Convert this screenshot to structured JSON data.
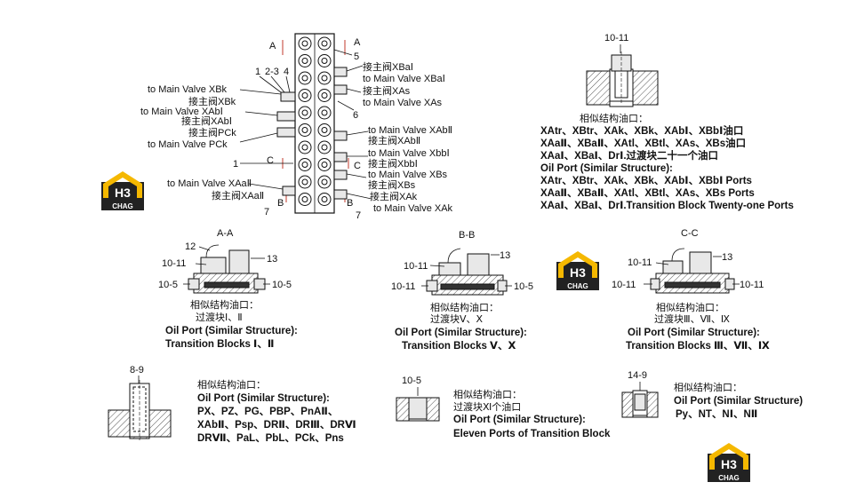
{
  "manifold": {
    "left_labels": [
      "to Main Valve XBk",
      "接主阀XBk",
      "to Main Valve XAbⅠ",
      "接主阀XAbⅠ",
      "接主阀PCk",
      "to Main Valve PCk"
    ],
    "left_labels_bottom": [
      "to Main Valve XAaⅡ",
      "接主阀XAaⅡ"
    ],
    "right_labels": [
      "接主阀XBaⅠ",
      "to Main Valve XBaⅠ",
      "接主阀XAs",
      "to Main Valve XAs",
      "to Main Valve XAbⅡ",
      "接主阀XAbⅡ",
      "to Main Valve XbbⅠ",
      "接主阀XbbⅠ",
      "to Main Valve XBs",
      "接主阀XBs",
      "接主阀XAk",
      "to Main Valve XAk"
    ],
    "numbers": {
      "n1_top": "1",
      "n2_3": "2-3",
      "n4": "4",
      "n5": "5",
      "n6": "6",
      "n1_mid": "1",
      "n7_left": "7",
      "n7_right": "7"
    },
    "section_marks": {
      "a_left": "A",
      "a_right": "A",
      "b_left": "B",
      "b_right": "B",
      "c_left": "C",
      "c_right": "C"
    }
  },
  "top_right": {
    "fig_label": "10-11",
    "lines": [
      "相似结构油口：",
      "XAtr、XBtr、XAk、XBk、XAbⅠ、XBbⅠ油口",
      "XAaⅡ、XBaⅡ、XAtl、XBtl、XAs、XBs油口",
      "XAaⅠ、XBaⅠ、DrⅠ.过渡块二十一个油口",
      "Oil Port (Similar Structure):",
      "XAtr、XBtr、XAk、XBk、XAbⅠ、XBbⅠ Ports",
      "XAaⅡ、XBaⅡ、XAtl、XBtl、XAs、XBs Ports",
      "XAaⅠ、XBaⅠ、DrⅠ.Transition Block Twenty-one Ports"
    ]
  },
  "section_aa": {
    "title": "A-A",
    "labels": {
      "l12": "12",
      "l10_11": "10-11",
      "l10_5_left": "10-5",
      "l13": "13",
      "l10_5_right": "10-5"
    },
    "caption": [
      "相似结构油口：",
      "过渡块Ⅰ、Ⅱ",
      "Oil Port (Similar Structure):",
      "Transition Blocks Ⅰ、Ⅱ"
    ]
  },
  "section_bb": {
    "title": "B-B",
    "labels": {
      "l10_11_top": "10-11",
      "l10_11_left": "10-11",
      "l13": "13",
      "l10_5": "10-5"
    },
    "caption": [
      "相似结构油口：",
      "过渡块Ⅴ、Ⅹ",
      "Oil Port (Similar Structure):",
      "Transition Blocks Ⅴ、Ⅹ"
    ]
  },
  "section_cc": {
    "title": "C-C",
    "labels": {
      "l10_11_top": "10-11",
      "l10_11_left": "10-11",
      "l13": "13",
      "l10_11_right": "10-11"
    },
    "caption": [
      "相似结构油口：",
      "过渡块Ⅲ、Ⅶ、Ⅸ",
      "Oil Port (Similar Structure):",
      "Transition Blocks Ⅲ、Ⅶ、Ⅸ"
    ]
  },
  "bottom_left": {
    "fig_label": "8-9",
    "lines": [
      "相似结构油口：",
      "Oil Port (Similar Structure):",
      "PX、PZ、PG、PBP、PnAⅡ、",
      "XAbⅡ、Psp、DRⅡ、DRⅢ、DRⅥ",
      "DRⅦ、PaL、PbL、PCk、Pns"
    ]
  },
  "bottom_mid": {
    "fig_label": "10-5",
    "lines": [
      "相似结构油口：",
      "过渡块Ⅺ个油口",
      "Oil Port (Similar Structure):",
      "Eleven Ports of Transition Block"
    ]
  },
  "bottom_right": {
    "fig_label": "14-9",
    "lines": [
      "相似结构油口：",
      "Oil Port (Similar Structure)",
      "Py、NT、NⅠ、NⅡ"
    ]
  },
  "logo": {
    "mark": "H3",
    "text": "CHAG"
  },
  "colors": {
    "logo_yellow": "#f5b800",
    "logo_dark": "#222222",
    "ink": "#111111"
  }
}
